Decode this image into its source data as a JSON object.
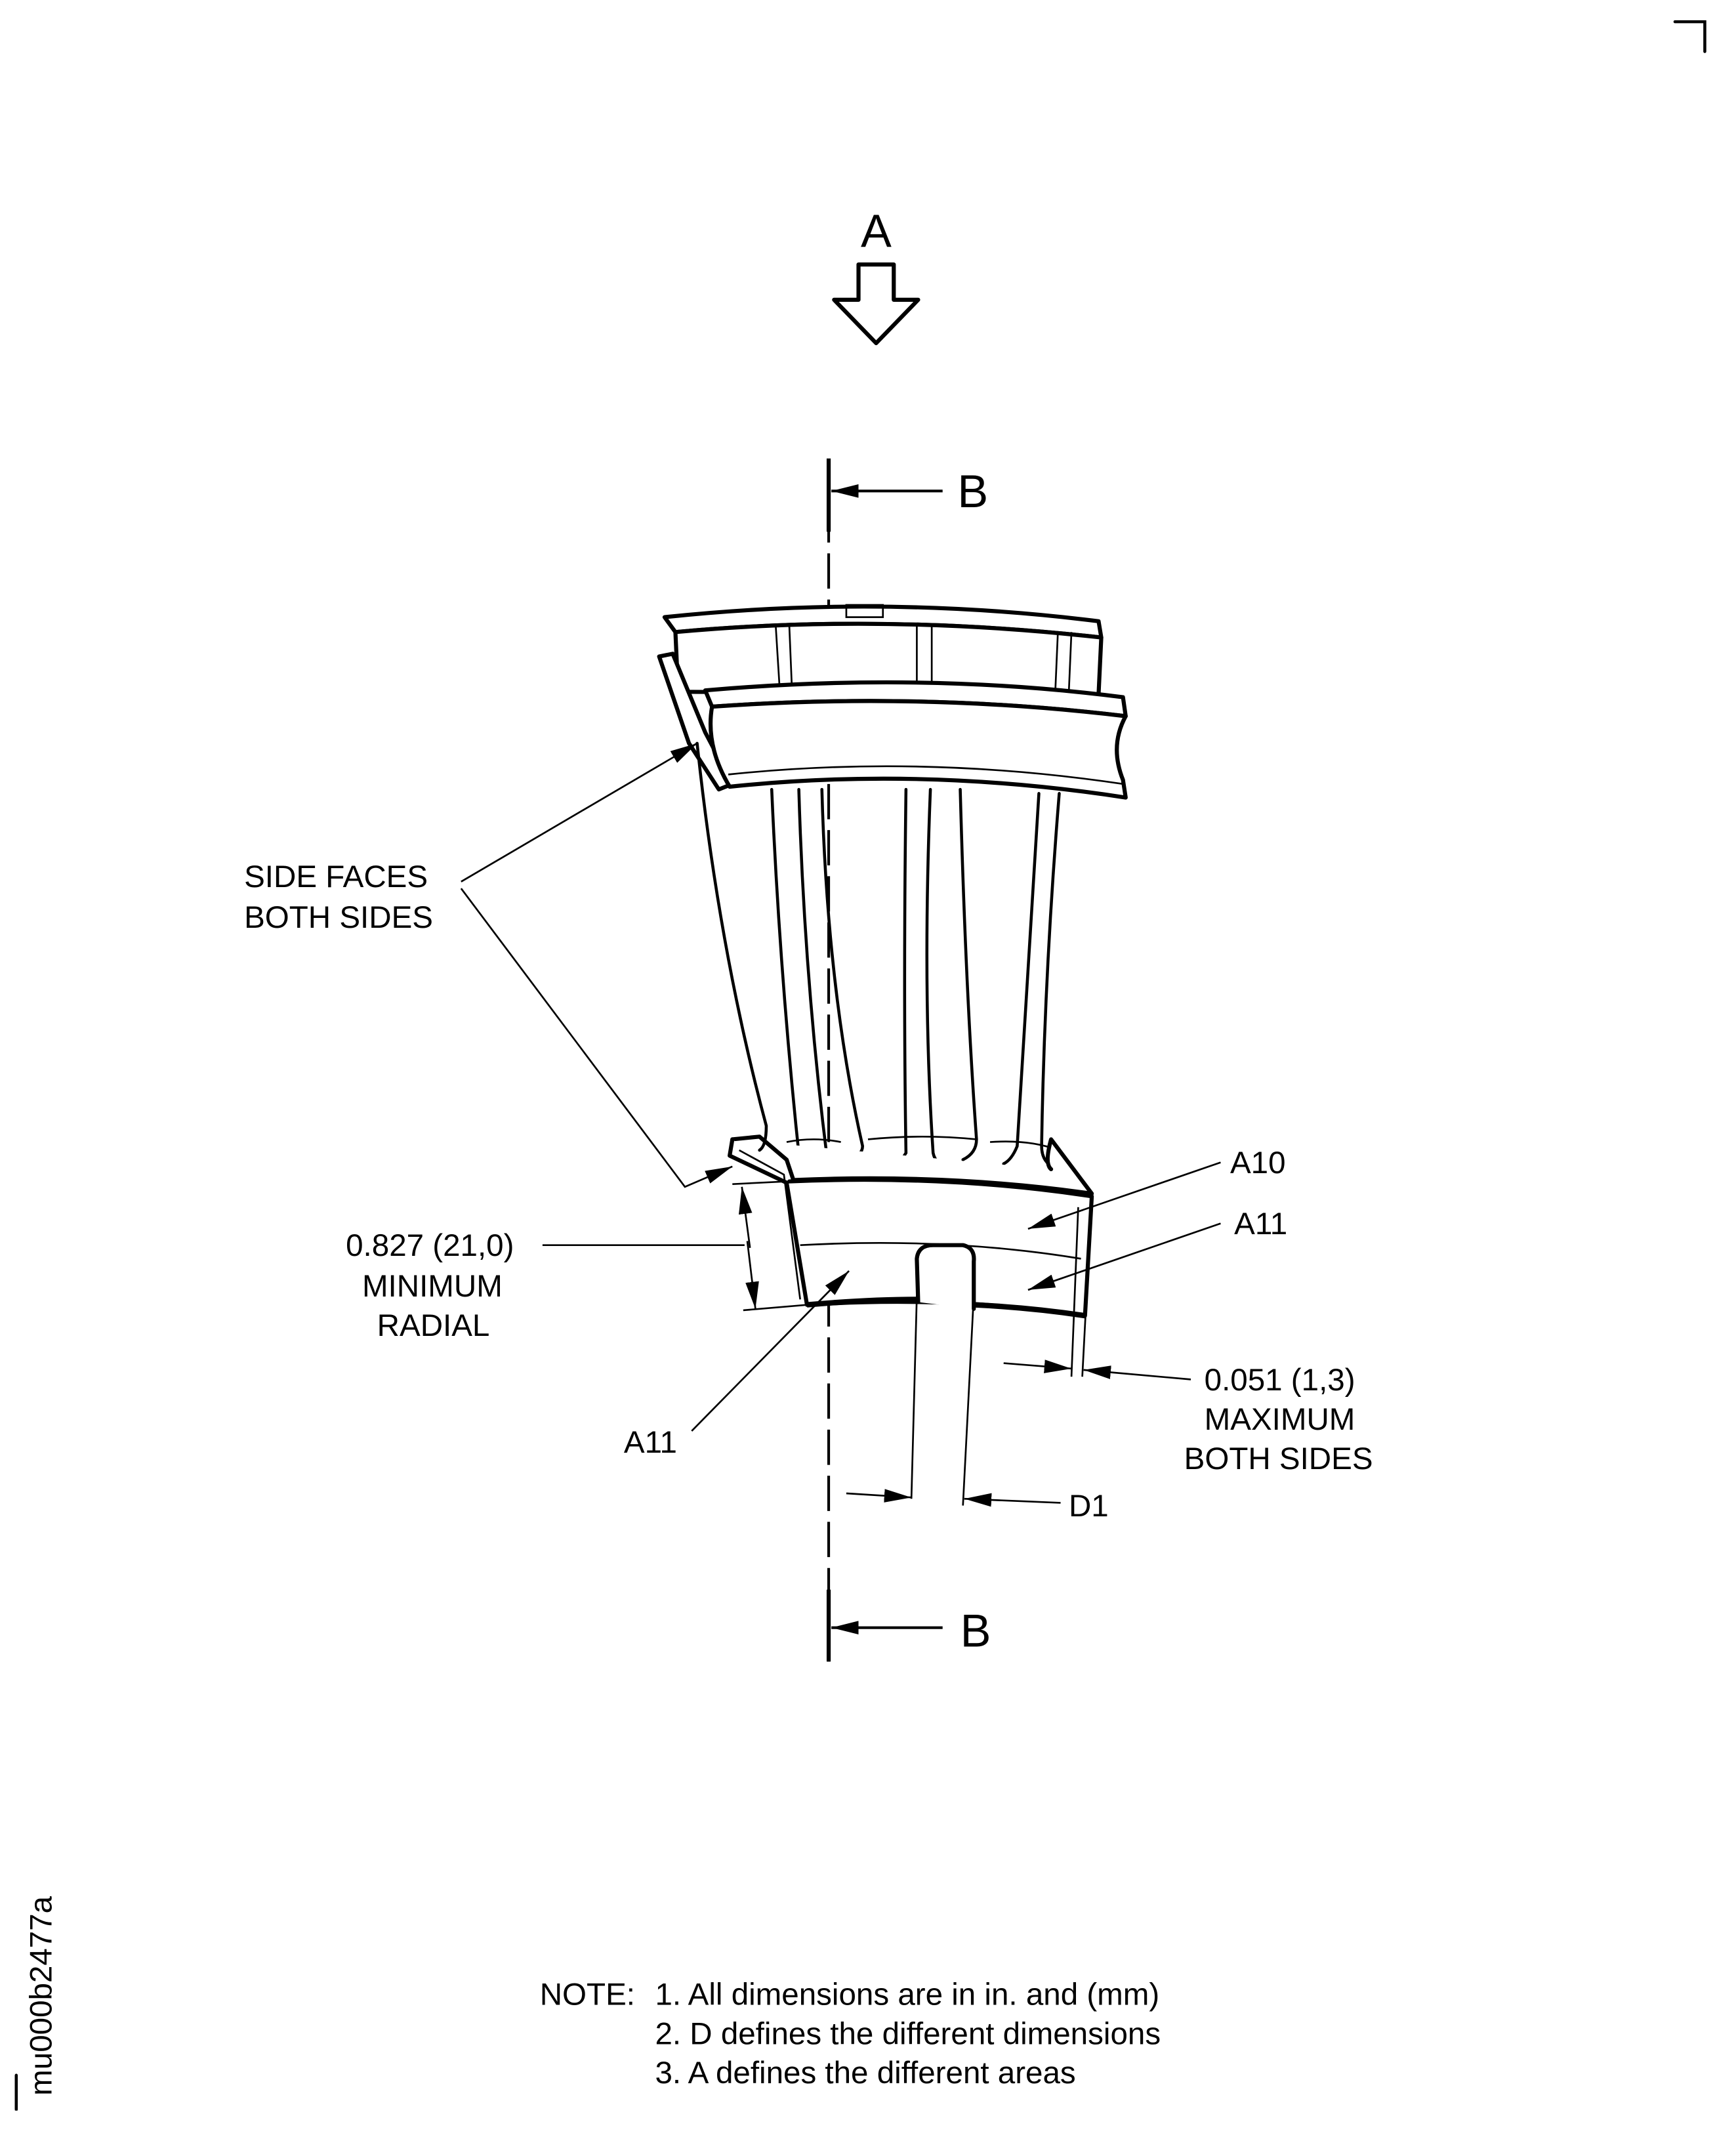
{
  "view_label": "A",
  "section_labels": {
    "top": "B",
    "bottom": "B"
  },
  "callouts": {
    "side_faces": [
      "SIDE FACES",
      "BOTH SIDES"
    ],
    "radial": [
      "0.827 (21,0)",
      "MINIMUM",
      "RADIAL"
    ],
    "a10": "A10",
    "a11_right": "A11",
    "a11_left": "A11",
    "max": [
      "0.051 (1,3)",
      "MAXIMUM",
      "BOTH SIDES"
    ],
    "d1": "D1"
  },
  "notes": {
    "prefix": "NOTE:",
    "items": [
      "1. All dimensions are in in. and (mm)",
      "2. D defines the different dimensions",
      "3. A defines the different areas"
    ]
  },
  "figure_id": "mu000b2477a"
}
